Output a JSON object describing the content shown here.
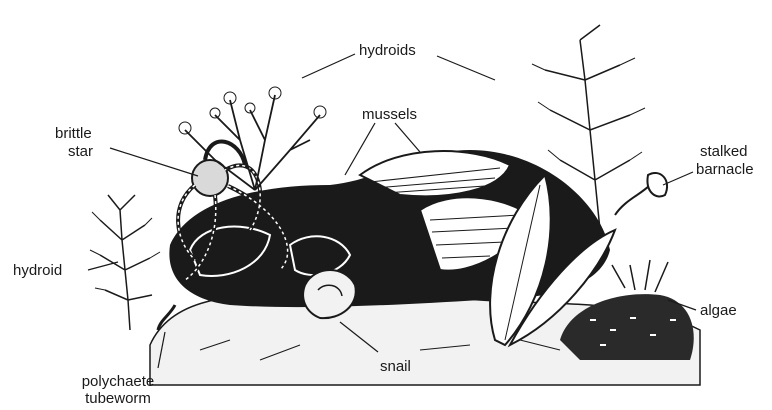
{
  "labels": {
    "hydroids": "hydroids",
    "mussels": "mussels",
    "brittle_star_1": "brittle",
    "brittle_star_2": "star",
    "stalked_barnacle_1": "stalked",
    "stalked_barnacle_2": "barnacle",
    "hydroid": "hydroid",
    "algae": "algae",
    "snail": "snail",
    "polychaete_1": "polychaete",
    "polychaete_2": "tubeworm"
  },
  "colors": {
    "ink": "#1a1a1a",
    "paper": "#ffffff",
    "shade": "#d9d9d9"
  }
}
